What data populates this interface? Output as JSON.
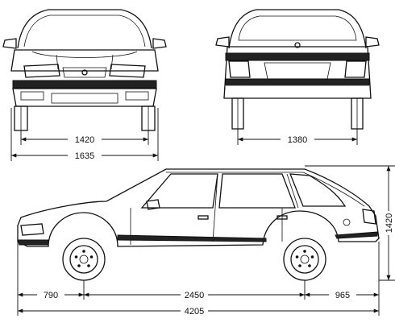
{
  "dimensions": {
    "front_track": "1420",
    "front_width": "1635",
    "rear_track": "1380",
    "front_overhang": "790",
    "wheelbase": "2450",
    "rear_overhang": "965",
    "length": "4205",
    "height": "1420"
  },
  "colors": {
    "ink": "#111111",
    "background": "#ffffff"
  }
}
